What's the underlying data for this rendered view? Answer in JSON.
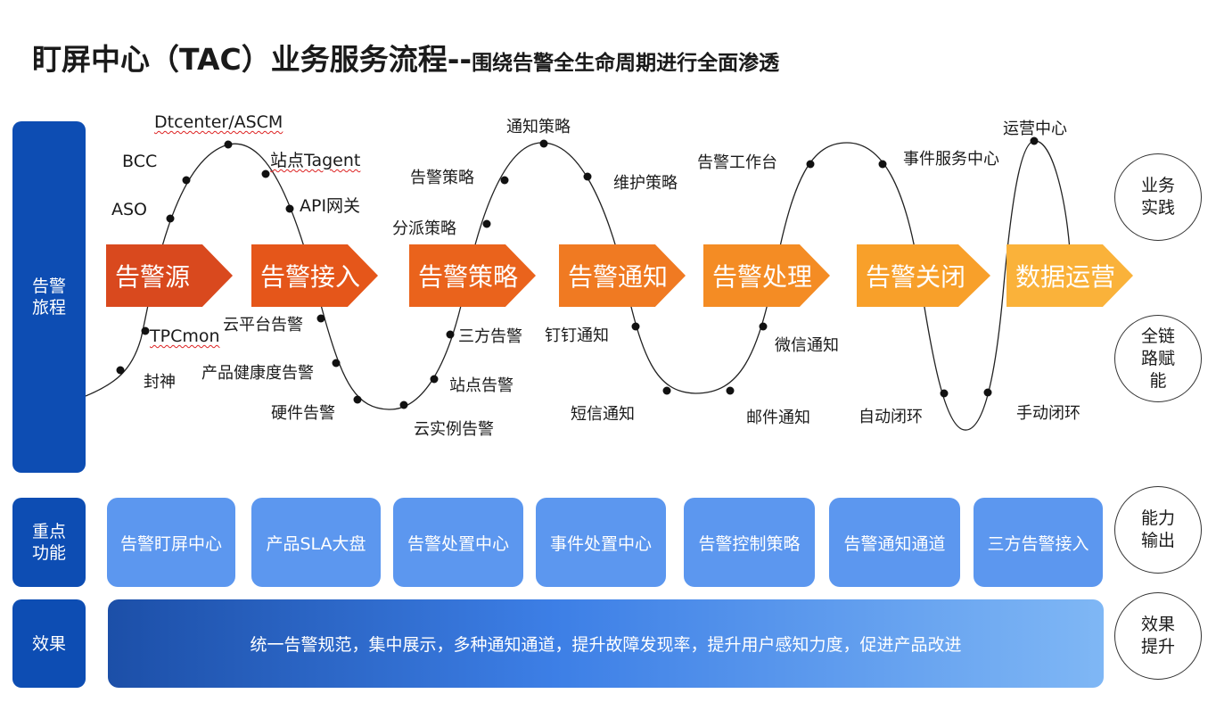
{
  "title": {
    "main": "盯屏中心（TAC）业务服务流程--",
    "sub": "围绕告警全生命周期进行全面渗透"
  },
  "left_labels": {
    "journey": "告警旅程",
    "features": "重点功能",
    "effect": "效果"
  },
  "right_circles": {
    "practice": "业务实践",
    "empower": "全链路赋能",
    "output": "能力输出",
    "improve": "效果提升"
  },
  "stages": [
    {
      "label": "告警源",
      "color": "#d9491e"
    },
    {
      "label": "告警接入",
      "color": "#e5561a"
    },
    {
      "label": "告警策略",
      "color": "#ea631c"
    },
    {
      "label": "告警通知",
      "color": "#f07a22"
    },
    {
      "label": "告警处理",
      "color": "#f48c24"
    },
    {
      "label": "告警关闭",
      "color": "#f8a02a"
    },
    {
      "label": "数据运营",
      "color": "#fab23a"
    }
  ],
  "curve_labels": {
    "dtcenter": "Dtcenter/ASCM",
    "bcc": "BCC",
    "aso": "ASO",
    "tagent": "站点Tagent",
    "api": "API网关",
    "tpcmon": "TPCmon",
    "fengshen": "封神",
    "cloud_platform": "云平台告警",
    "product_health": "产品健康度告警",
    "hardware": "硬件告警",
    "cloud_instance": "云实例告警",
    "site_alert": "站点告警",
    "third_party": "三方告警",
    "notify_policy": "通知策略",
    "alert_policy": "告警策略",
    "dispatch_policy": "分派策略",
    "maintain_policy": "维护策略",
    "dingding": "钉钉通知",
    "sms": "短信通知",
    "workbench": "告警工作台",
    "event_center": "事件服务中心",
    "wechat": "微信通知",
    "mail": "邮件通知",
    "auto_close": "自动闭环",
    "manual_close": "手动闭环",
    "ops_center": "运营中心"
  },
  "features": [
    "告警盯屏中心",
    "产品SLA大盘",
    "告警处置中心",
    "事件处置中心",
    "告警控制策略",
    "告警通知通道",
    "三方告警接入"
  ],
  "effect_text": "统一告警规范，集中展示，多种通知通道，提升故障发现率，提升用户感知力度，促进产品改进",
  "colors": {
    "label_blue": "#0d4db3",
    "card_blue": "#5c97ef"
  }
}
